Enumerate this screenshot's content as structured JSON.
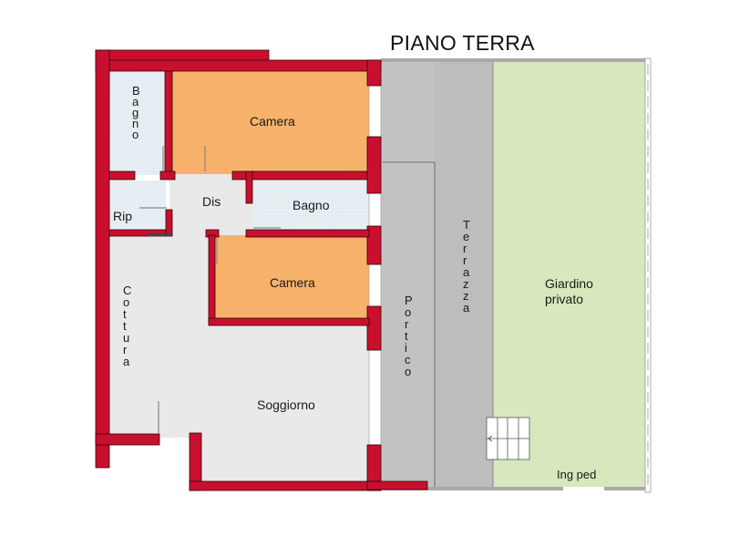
{
  "title": "PIANO TERRA",
  "colors": {
    "wall": "#c8102e",
    "bedroom": "#f6b26b",
    "bathroom": "#e6eef3",
    "living": "#e9e9e9",
    "terrace": "#bdbdbd",
    "garden": "#d7e8bc"
  },
  "rooms": [
    {
      "id": "bagno-1",
      "label": "Bagno",
      "orientation": "vertical"
    },
    {
      "id": "camera-1",
      "label": "Camera"
    },
    {
      "id": "dis",
      "label": "Dis"
    },
    {
      "id": "bagno-2",
      "label": "Bagno"
    },
    {
      "id": "rip",
      "label": "Rip"
    },
    {
      "id": "camera-2",
      "label": "Camera"
    },
    {
      "id": "cottura",
      "label": "Cottura",
      "orientation": "vertical"
    },
    {
      "id": "soggiorno",
      "label": "Soggiorno"
    },
    {
      "id": "portico",
      "label": "Portico",
      "orientation": "vertical"
    },
    {
      "id": "terrazza",
      "label": "Terrazza",
      "orientation": "vertical"
    },
    {
      "id": "giardino",
      "label": "Giardino privato",
      "line1": "Giardino",
      "line2": "privato"
    },
    {
      "id": "ing-ped",
      "label": "Ing ped"
    }
  ]
}
